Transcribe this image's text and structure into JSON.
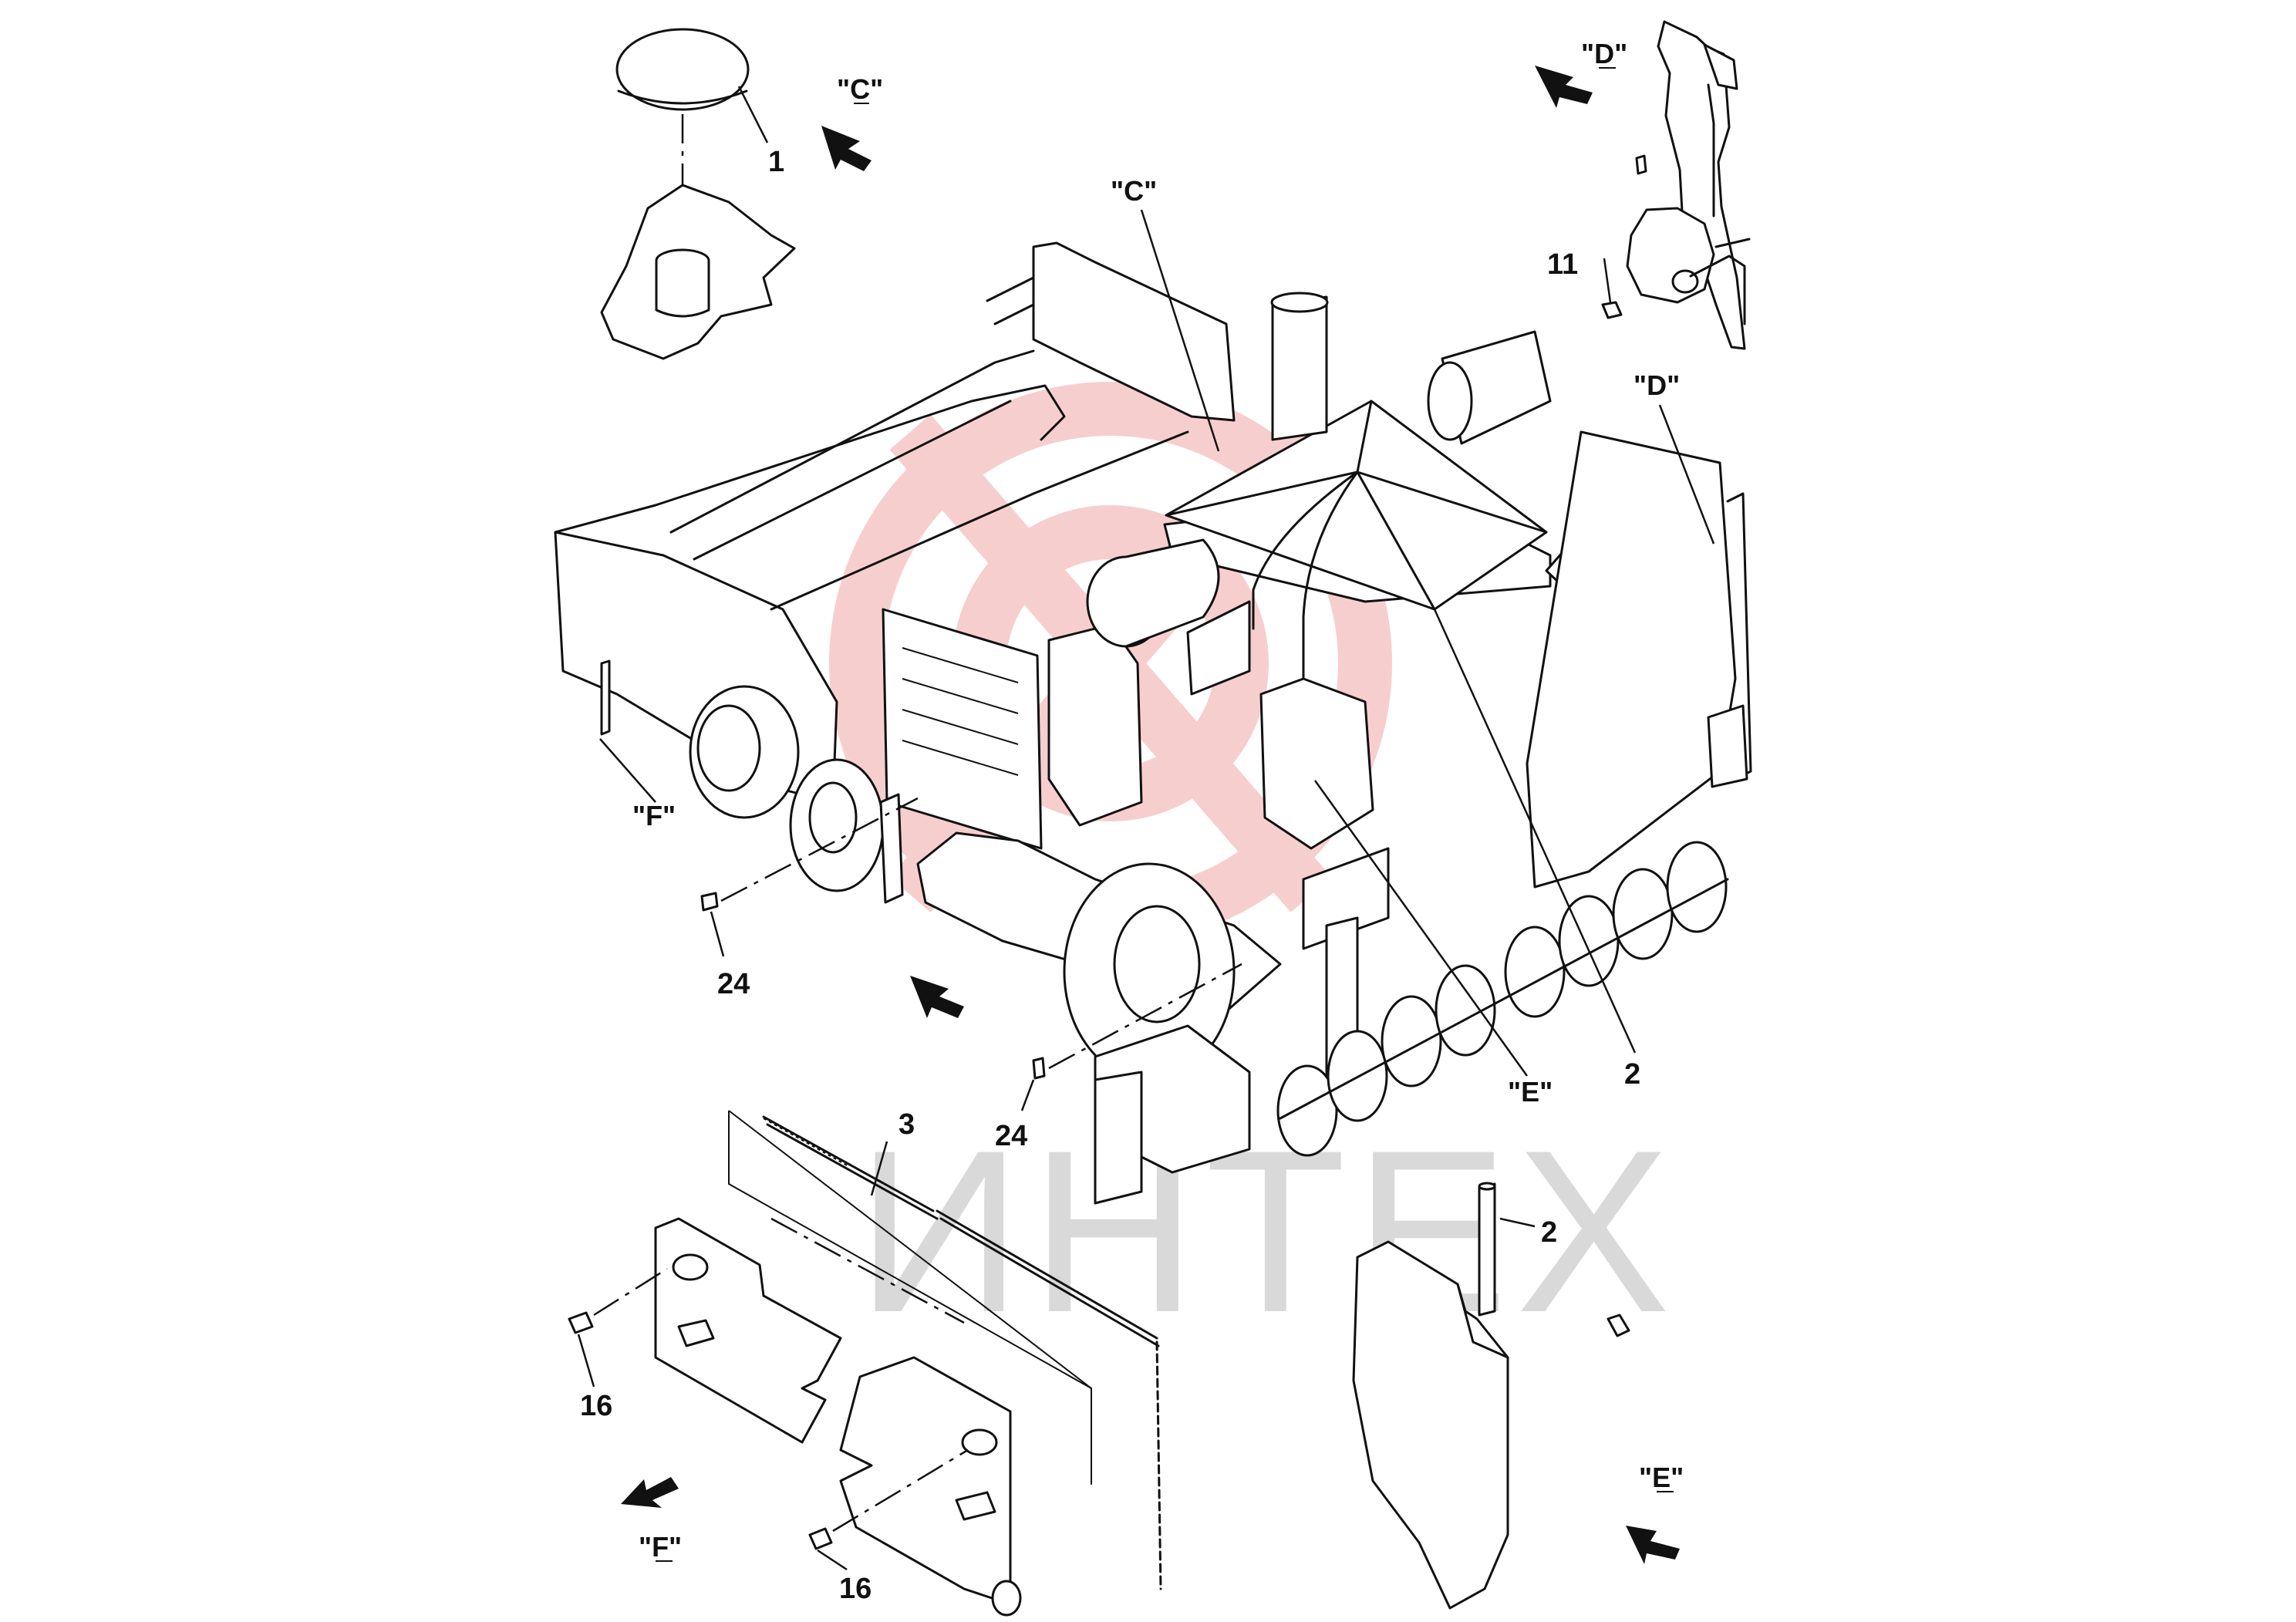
{
  "watermark": {
    "text": "ИНТЕХ",
    "logo_color": "#f7c9c9",
    "text_color": "#d9d9d9"
  },
  "view_labels": {
    "C_top": "\"C\"",
    "D_top": "\"D\"",
    "E_bottom": "\"E\"",
    "F_bottom": "\"F\""
  },
  "view_refs": {
    "C": "\"C\"",
    "D": "\"D\"",
    "E": "\"E\"",
    "F": "\"F\""
  },
  "callouts": {
    "c1": "1",
    "c2a": "2",
    "c2b": "2",
    "c3": "3",
    "c11": "11",
    "c16a": "16",
    "c16b": "16",
    "c24a": "24",
    "c24b": "24"
  }
}
